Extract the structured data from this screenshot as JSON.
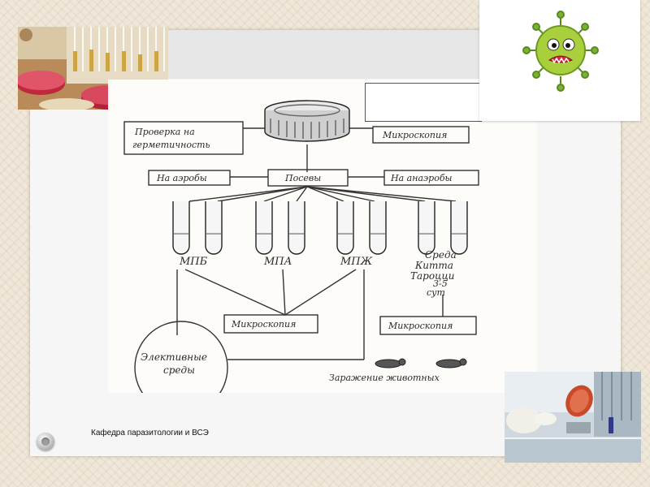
{
  "footer": {
    "department": "Кафедра паразитологии и ВСЭ"
  },
  "diagram": {
    "nodes": {
      "leak_check": "Проверка на герметичность",
      "microscopy_top": "Микроскопия",
      "seeding": "Посевы",
      "aerobes": "На аэробы",
      "anaerobes": "На анаэробы",
      "mpb": "МПБ",
      "mpa": "МПА",
      "mpzh": "МПЖ",
      "kitt_line1": "Среда",
      "kitt_line2": "Китта",
      "kitt_line3": "Тароцци",
      "kitt_line4": "3-5",
      "kitt_line5": "сут",
      "microscopy_mid": "Микроскопия",
      "microscopy_right": "Микроскопия",
      "elective_line1": "Элективные",
      "elective_line2": "среды",
      "animal_infection": "Заражение животных"
    },
    "icons": {
      "can": "petri-dish-can-icon",
      "tube": "test-tube-icon",
      "animal": "lab-animal-icon"
    }
  },
  "icons": {
    "virus": "virus-cartoon-icon",
    "nav": "navigation-circle-icon"
  }
}
